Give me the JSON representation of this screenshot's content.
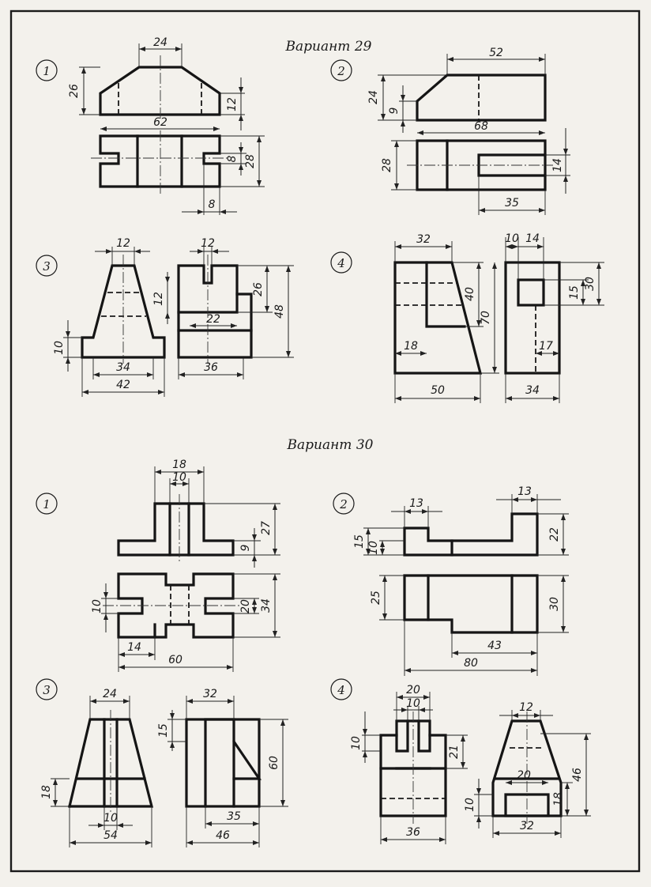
{
  "variants": [
    {
      "title": "Вариант 29",
      "tasks": [
        {
          "number": "1",
          "dims": [
            "24",
            "26",
            "62",
            "12",
            "8",
            "28",
            "8"
          ]
        },
        {
          "number": "2",
          "dims": [
            "52",
            "24",
            "9",
            "68",
            "28",
            "14",
            "35"
          ]
        },
        {
          "number": "3",
          "dims": [
            "12",
            "12",
            "12",
            "26",
            "48",
            "10",
            "22",
            "34",
            "36",
            "42"
          ]
        },
        {
          "number": "4",
          "dims": [
            "32",
            "10",
            "14",
            "40",
            "70",
            "15",
            "30",
            "18",
            "17",
            "50",
            "34"
          ]
        }
      ]
    },
    {
      "title": "Вариант 30",
      "tasks": [
        {
          "number": "1",
          "dims": [
            "18",
            "10",
            "27",
            "9",
            "10",
            "20",
            "34",
            "14",
            "60"
          ]
        },
        {
          "number": "2",
          "dims": [
            "13",
            "13",
            "15",
            "10",
            "22",
            "25",
            "30",
            "43",
            "80"
          ]
        },
        {
          "number": "3",
          "dims": [
            "24",
            "32",
            "15",
            "60",
            "18",
            "10",
            "35",
            "54",
            "46"
          ]
        },
        {
          "number": "4",
          "dims": [
            "20",
            "10",
            "12",
            "10",
            "21",
            "46",
            "20",
            "10",
            "18",
            "36",
            "32"
          ]
        }
      ]
    }
  ]
}
